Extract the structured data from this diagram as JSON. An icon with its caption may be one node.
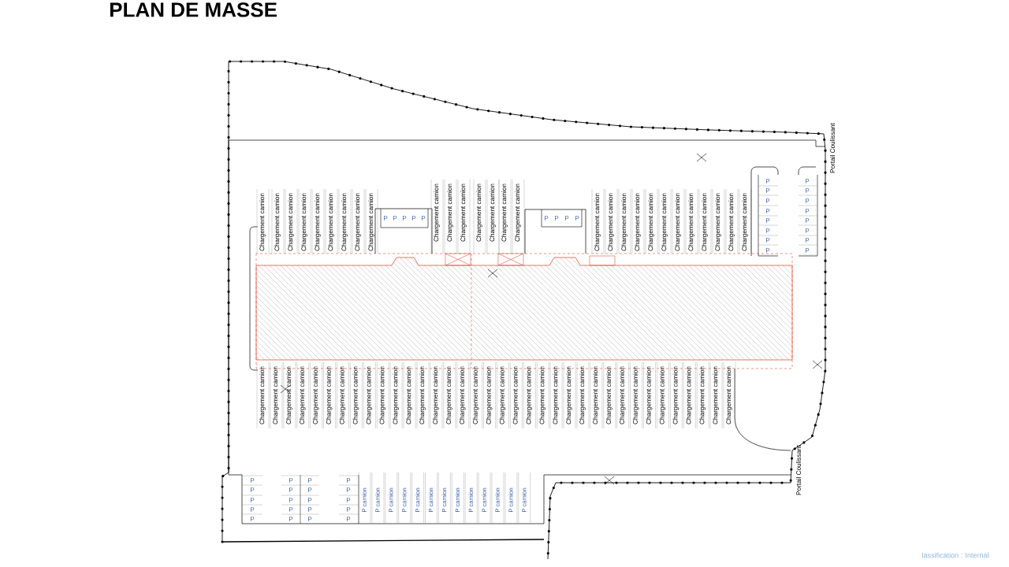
{
  "diagram": {
    "title": "PLAN DE MASSE",
    "labels": [
      "Portail Coulissant",
      "Chargement camion",
      "Chargement camion",
      "Chargement camion",
      "Chargement camion",
      "Chargement camion",
      "Chargement camion",
      "Chargement camion",
      "Chargement camion",
      "Chargement camion",
      "P",
      "P",
      "P",
      "P",
      "P",
      "Chargement camion",
      "Chargement camion",
      "Chargement camion",
      "Chargement camion",
      "Chargement camion",
      "Chargement camion",
      "Chargement camion",
      "P",
      "P",
      "P",
      "P",
      "Chargement camion",
      "Chargement camion",
      "Chargement camion",
      "Chargement camion",
      "Chargement camion",
      "Chargement camion",
      "Chargement camion",
      "Chargement camion",
      "Chargement camion",
      "Chargement camion",
      "Chargement camion",
      "Chargement camion",
      "P",
      "P",
      "P",
      "P",
      "P",
      "P",
      "P",
      "P",
      "P",
      "P",
      "P",
      "P",
      "P",
      "P",
      "P",
      "P",
      "Chargement camion",
      "Chargement camion",
      "Chargement camion",
      "Chargement camion",
      "Chargement camion",
      "Chargement camion",
      "Chargement camion",
      "Chargement camion",
      "Chargement camion",
      "Chargement camion",
      "Chargement camion",
      "Chargement camion",
      "Chargement camion",
      "Chargement camion",
      "Chargement camion",
      "Chargement camion",
      "Chargement camion",
      "Chargement camion",
      "Chargement camion",
      "Chargement camion",
      "Chargement camion",
      "Chargement camion",
      "Chargement camion",
      "Chargement camion",
      "Chargement camion",
      "Chargement camion",
      "Chargement camion",
      "Chargement camion",
      "Chargement camion",
      "Chargement camion",
      "Chargement camion",
      "Chargement camion",
      "Chargement camion",
      "Chargement camion",
      "Chargement camion",
      "Chargement camion",
      "Portail Coulissant",
      "P",
      "P",
      "P",
      "P",
      "P",
      "P",
      "P",
      "P",
      "P",
      "P",
      "P",
      "P",
      "P",
      "P",
      "P",
      "P",
      "P",
      "P",
      "P",
      "P",
      "P camion",
      "P camion",
      "P camion",
      "P camion",
      "P camion",
      "P camion",
      "P camion",
      "P camion",
      "P camion",
      "P camion",
      "P camion",
      "P camion",
      "P camion",
      "lassification : Internal"
    ]
  }
}
